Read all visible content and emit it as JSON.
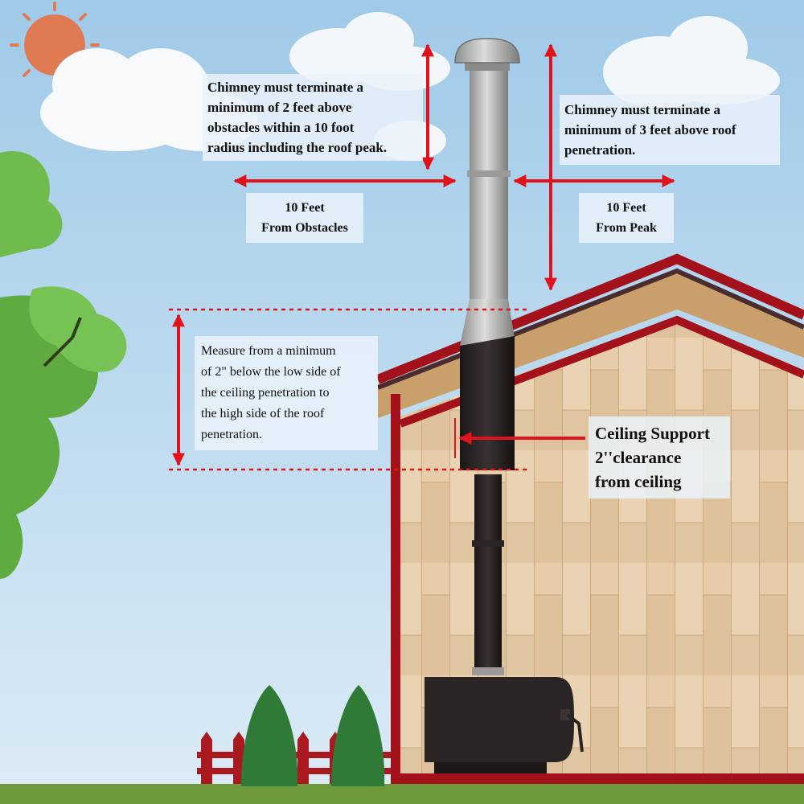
{
  "labels": {
    "obstacle_rule": "Chimney must terminate a\nminimum of 2 feet above\nobstacles within a 10 foot\nradius including the roof peak.",
    "roof_rule": "Chimney must terminate a\nminimum of 3 feet above roof\npenetration.",
    "ten_feet_obstacles": "10 Feet\nFrom Obstacles",
    "ten_feet_peak": "10 Feet\nFrom Peak",
    "measure_rule": "Measure from a minimum\nof 2\" below the low side of\nthe ceiling penetration to\nthe high side of the roof\npenetration.",
    "ceiling_support": "Ceiling Support\n2''clearance\nfrom ceiling"
  },
  "colors": {
    "sky": "#a9d0ea",
    "arrow_red": "#e0121c",
    "house_trim": "#b3111c",
    "wood_wall": "#e2c9a4",
    "roof_underside": "#caa06c",
    "pipe_black": "#2a2424",
    "pipe_steel": "#a8a8a6",
    "tree_green": "#5fab42",
    "grass": "#6f9a3c",
    "sun": "#e07a52"
  }
}
